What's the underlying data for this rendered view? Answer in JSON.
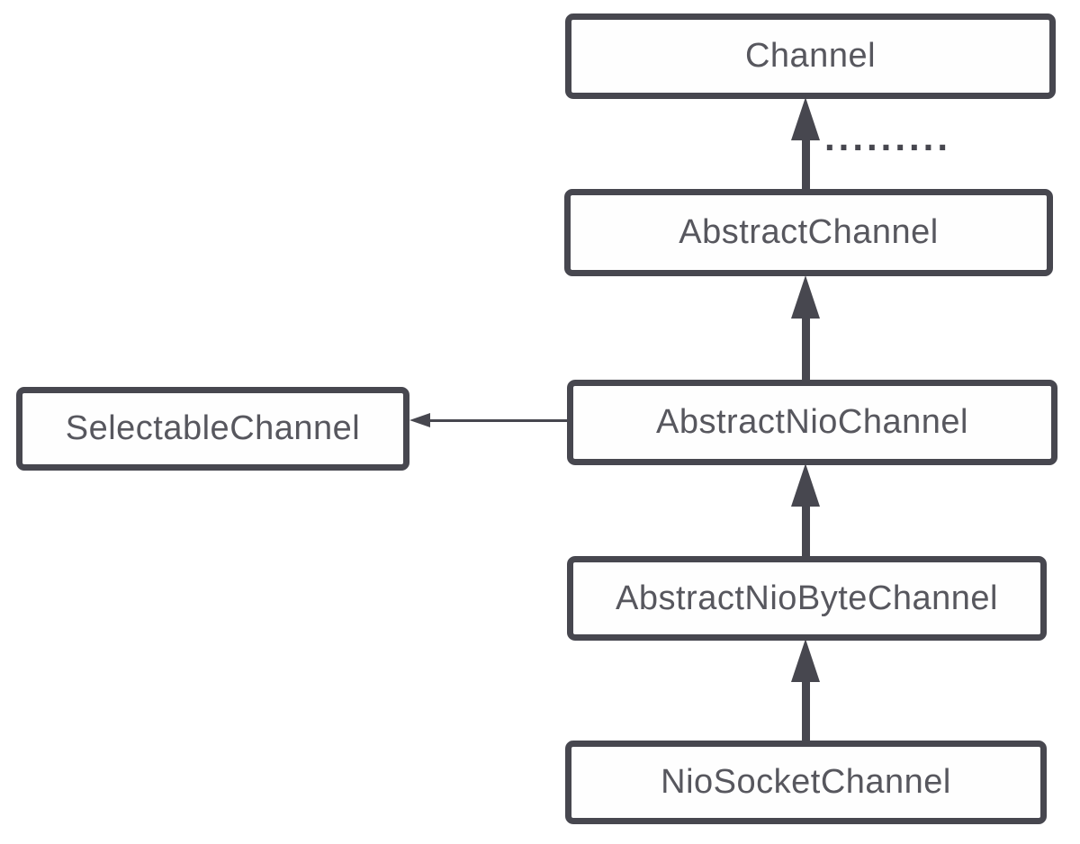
{
  "diagram": {
    "colors": {
      "stroke": "#47474f",
      "text": "#57575e",
      "background": "#ffffff"
    },
    "nodes": [
      {
        "id": "channel",
        "label": "Channel"
      },
      {
        "id": "abstract-channel",
        "label": "AbstractChannel"
      },
      {
        "id": "abstract-nio-channel",
        "label": "AbstractNioChannel"
      },
      {
        "id": "selectable-channel",
        "label": "SelectableChannel"
      },
      {
        "id": "abstract-nio-byte-channel",
        "label": "AbstractNioByteChannel"
      },
      {
        "id": "nio-socket-channel",
        "label": "NioSocketChannel"
      }
    ],
    "ellipsis": ".........",
    "edges": [
      {
        "from": "abstract-channel",
        "to": "channel",
        "type": "inheritance-arrow-up"
      },
      {
        "from": "abstract-nio-channel",
        "to": "abstract-channel",
        "type": "inheritance-arrow-up"
      },
      {
        "from": "abstract-nio-channel",
        "to": "selectable-channel",
        "type": "reference-arrow-left"
      },
      {
        "from": "abstract-nio-byte-channel",
        "to": "abstract-nio-channel",
        "type": "inheritance-arrow-up"
      },
      {
        "from": "nio-socket-channel",
        "to": "abstract-nio-byte-channel",
        "type": "inheritance-arrow-up"
      }
    ]
  }
}
